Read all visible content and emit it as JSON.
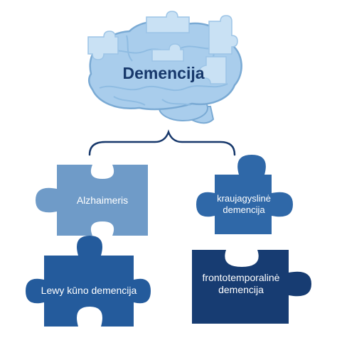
{
  "diagram": {
    "title": "Demencija",
    "types": [
      {
        "label": "Alzhaimeris",
        "color": "#6f9bc8"
      },
      {
        "label": "kraujagyslinė demencija",
        "color": "#2f68a8"
      },
      {
        "label": "Lewy kūno demencija",
        "color": "#245b9c"
      },
      {
        "label": "frontotemporalinė demencija",
        "color": "#173c72"
      }
    ]
  },
  "colors": {
    "brain": "#a9cdec",
    "brain_outline": "#7aaad4",
    "brain_folds": "#8fbce2",
    "brain_puzzle": "#c9e1f4",
    "brace": "#17386b"
  }
}
